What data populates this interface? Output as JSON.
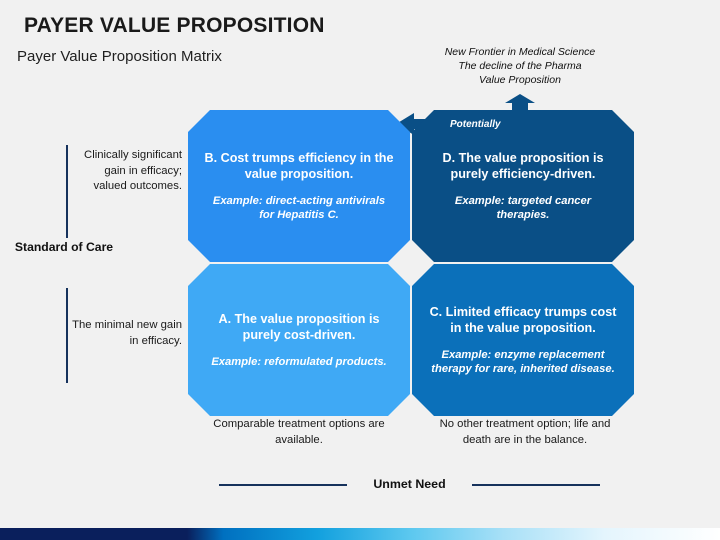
{
  "header": {
    "title": "PAYER VALUE PROPOSITION",
    "subtitle": "Payer Value Proposition Matrix"
  },
  "annotation": {
    "top_note": "New Frontier in Medical Science The decline of the Pharma Value Proposition",
    "top_note_line1": "New Frontier in Medical Science",
    "top_note_line2": "The decline of the Pharma",
    "top_note_line3": "Value Proposition",
    "potentially_label": "Potentially"
  },
  "axes": {
    "y_label": "Standard of Care",
    "y_top_text": "Clinically significant gain in efficacy; valued outcomes.",
    "y_bottom_text": "The minimal new gain in efficacy.",
    "x_label": "Unmet Need",
    "x_left_text": "Comparable treatment options are available.",
    "x_right_text": "No other treatment option; life and death are in the balance."
  },
  "quadrants": [
    {
      "key": "B",
      "heading": "B. Cost trumps efficiency in the value proposition.",
      "example": "Example: direct-acting antivirals for Hepatitis C.",
      "color": "#2a8ef0",
      "position": "top-left"
    },
    {
      "key": "D",
      "heading": "D. The value proposition is purely efficiency-driven.",
      "example": "Example: targeted cancer therapies.",
      "color": "#0a4f86",
      "position": "top-right"
    },
    {
      "key": "A",
      "heading": "A. The value proposition is purely cost-driven.",
      "example": "Example: reformulated products.",
      "color": "#3fa9f5",
      "position": "bottom-left"
    },
    {
      "key": "C",
      "heading": "C. Limited efficacy trumps cost in the value proposition.",
      "example": "Example: enzyme replacement therapy for rare, inherited disease.",
      "color": "#0b70ba",
      "position": "bottom-right"
    }
  ],
  "colors": {
    "background": "#f1f1f1",
    "axis_line": "#16325c",
    "arrow": "#0a4f86",
    "footer_navy": "#0a1f5c",
    "footer_cyan": "#12a0de"
  }
}
